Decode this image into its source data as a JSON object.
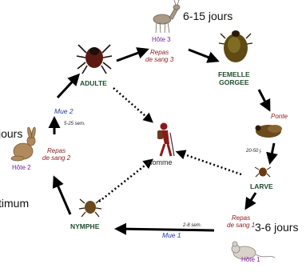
{
  "durations": {
    "top": "6-15 jours",
    "right": "3-6 jours",
    "left_cut": "jours",
    "left_bottom_cut": "timum"
  },
  "stages": {
    "adulte": "ADULTE",
    "femelle": "FEMELLE\nGORGEE",
    "larve": "LARVE",
    "nymphe": "NYMPHE"
  },
  "meals": {
    "repas3": "Repas\nde sang 3",
    "repas2": "Repas\nde sang 2",
    "repas1": "Repas\nde sang 1"
  },
  "moults": {
    "mue2": "Mue 2",
    "mue1": "Mue 1"
  },
  "events": {
    "ponte": "Ponte"
  },
  "hosts": {
    "hote3": "Hôte 3",
    "hote2": "Hôte 2",
    "hote1": "Hôte 1"
  },
  "periods": {
    "p1": "5-25 sem.",
    "p2": "20-50 j.",
    "p3": "2-8 sem."
  },
  "center": {
    "homme": "Homme"
  },
  "colors": {
    "stage": "#1f4d2e",
    "meal": "#8b1a1a",
    "moult": "#1f3f9f",
    "host": "#7a1fa3",
    "human": "#8b1a1a"
  }
}
